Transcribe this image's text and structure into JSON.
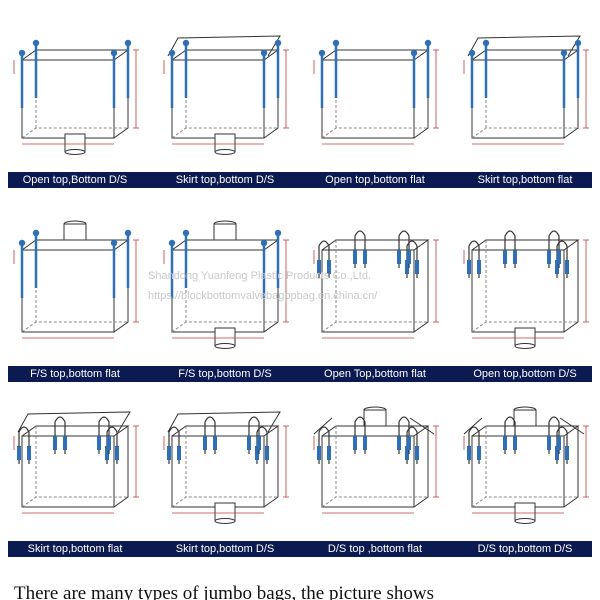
{
  "colors": {
    "band": "#0c1a52",
    "loop": "#2f6fb5",
    "outline": "#333333",
    "dim": "#c23b3b"
  },
  "bags": [
    {
      "label": "Open top,Bottom D/S",
      "top": "open",
      "loops": "corner",
      "spout": true
    },
    {
      "label": "Skirt top,bottom D/S",
      "top": "skirt",
      "loops": "corner",
      "spout": true
    },
    {
      "label": "Open top,bottom flat",
      "top": "open",
      "loops": "corner",
      "spout": false
    },
    {
      "label": "Skirt top,bottom flat",
      "top": "skirt",
      "loops": "corner",
      "spout": false
    },
    {
      "label": "F/S top,bottom flat",
      "top": "fs",
      "loops": "corner",
      "spout": false
    },
    {
      "label": "F/S top,bottom D/S",
      "top": "fs",
      "loops": "corner",
      "spout": true
    },
    {
      "label": "Open Top,bottom flat",
      "top": "open",
      "loops": "cross",
      "spout": false
    },
    {
      "label": "Open top,bottom D/S",
      "top": "open",
      "loops": "cross",
      "spout": true
    },
    {
      "label": "Skirt top,bottom flat",
      "top": "skirt",
      "loops": "cross",
      "spout": false
    },
    {
      "label": "Skirt top,bottom D/S",
      "top": "skirt",
      "loops": "cross",
      "spout": true
    },
    {
      "label": "D/S top ,bottom flat",
      "top": "ds",
      "loops": "cross",
      "spout": false
    },
    {
      "label": "D/S top,bottom D/S",
      "top": "ds",
      "loops": "cross",
      "spout": true
    }
  ],
  "watermark": {
    "company": "Shandong Yuanfeng Plastic Products Co.,Ltd.",
    "url": "https://blockbottomvalvebagppbag.en.china.cn/"
  },
  "footer_text": "There are many types of jumbo bags, the picture shows"
}
